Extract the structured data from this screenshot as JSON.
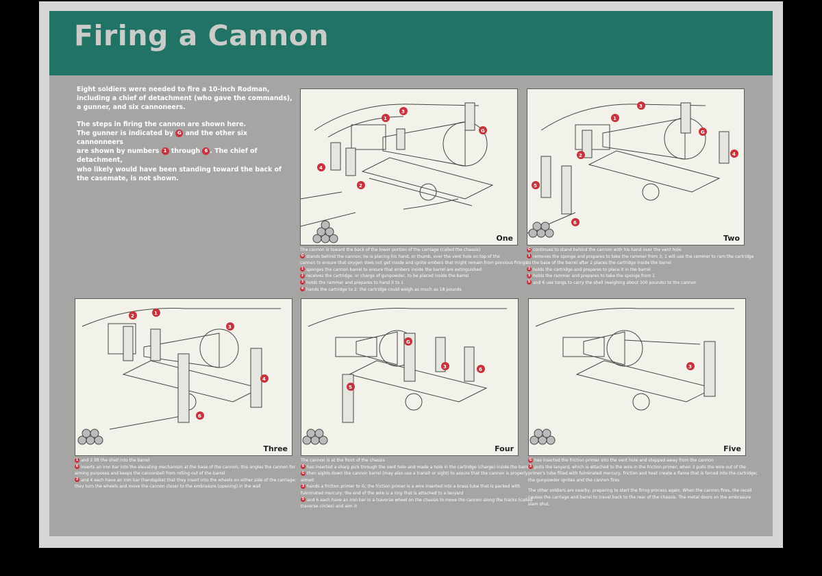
{
  "title": "Firing a Cannon",
  "intro": {
    "para1": "Eight soldiers were needed to fire a 10-inch Rodman, including a chief of detachment (who gave the commands), a gunner, and six cannoneers.",
    "line1": "The steps in firing the cannon are shown here.",
    "line2a": "The gunner is indicated by",
    "line2b": "and the other six cannonneers",
    "line3a": "are shown by numbers",
    "line3b": "through",
    "line3c": ". The chief of detachment,",
    "line4": "who likely would have been standing toward the back of",
    "line5": "the casemate, is not shown."
  },
  "icons": {
    "gunner": "G",
    "first": "1",
    "last": "6"
  },
  "panels": {
    "one": {
      "label": "One"
    },
    "two": {
      "label": "Two"
    },
    "three": {
      "label": "Three"
    },
    "four": {
      "label": "Four"
    },
    "five": {
      "label": "Five"
    }
  },
  "captions": {
    "one": [
      {
        "icon": "",
        "text": "The cannon is toward the back of the lower portion of the carriage (called the chassis)"
      },
      {
        "icon": "G",
        "text": "stands behind the cannon; he is placing his hand, or thumb, over the vent hole on top of the"
      },
      {
        "icon": "",
        "text": "cannon to ensure that oxygen does not get inside and ignite embers that might remain from previous firings"
      },
      {
        "icon": "1",
        "text": "sponges the cannon barrel to ensure that embers inside the barrel are extinguished"
      },
      {
        "icon": "2",
        "text": "receives the cartridge, or charge of gunpowder, to be placed inside the barrel"
      },
      {
        "icon": "3",
        "text": "holds the rammer and prepares to hand it to 1"
      },
      {
        "icon": "4",
        "text": "hands the cartridge to 2; the cartridge could weigh as much as 18 pounds"
      }
    ],
    "two": [
      {
        "icon": "G",
        "text": "continues to stand behind the cannon with his hand over the vent hole"
      },
      {
        "icon": "1",
        "text": "removes the sponge and prepares to take the rammer from 3; 1 will use the rammer to ram the cartridge"
      },
      {
        "icon": "",
        "text": "to the base of the barrel after 2 places the cartridge inside the barrel"
      },
      {
        "icon": "2",
        "text": "holds the cartridge and prepares to place it in the barrel"
      },
      {
        "icon": "3",
        "text": "holds the rammer and prepares to take the sponge from 1"
      },
      {
        "icon": "5",
        "text": "and 6 use tongs to carry the shell (weighing about 100 pounds) to the cannon"
      }
    ],
    "three": [
      {
        "icon": "1",
        "text": "and 2 lift the shell into the barrel"
      },
      {
        "icon": "6",
        "text": "inserts an iron bar into the elevating mechanism at the base of the cannon; this angles the cannon for"
      },
      {
        "icon": "",
        "text": "aiming purposes and keeps the cannonball from rolling out of the barrel"
      },
      {
        "icon": "3",
        "text": "and 4 each have an iron bar (handspike) that they insert into the wheels on either side of the carriage;"
      },
      {
        "icon": "",
        "text": "they turn the wheels and move the cannon closer to the embrasure (opening) in the wall"
      }
    ],
    "four": [
      {
        "icon": "",
        "text": "The cannon is at the front of the chassis"
      },
      {
        "icon": "6",
        "text": "has inserted a sharp pick through the vent hole and made a hole in the cartridge (charge) inside the barrel;"
      },
      {
        "icon": "G",
        "text": "then sights down the cannon barrel (may also use a transit or sight) to assure that the cannon is properly"
      },
      {
        "icon": "",
        "text": "aimed"
      },
      {
        "icon": "3",
        "text": "hands a friction primer to G; the friction primer is a wire inserted into a brass tube that is packed with"
      },
      {
        "icon": "",
        "text": "fulminated mercury; the end of the wire is a ring that is attached to a lanyard"
      },
      {
        "icon": "5",
        "text": "and 6 each have an iron bar in a traverse wheel on the chassis to move the cannon along the tracks (called"
      },
      {
        "icon": "",
        "text": "traverse circles) and aim it"
      }
    ],
    "five": [
      {
        "icon": "G",
        "text": "has inserted the friction primer into the vent hole and stepped away from the cannon"
      },
      {
        "icon": "3",
        "text": "pulls the lanyard, which is attached to the wire in the friction primer; when 3 pulls the wire out of the"
      },
      {
        "icon": "",
        "text": "primer's tube filled with fulminated mercury, friction and heat create a flame that is forced into the cartridge;"
      },
      {
        "icon": "",
        "text": "the gunpowder ignites and the cannon fires"
      },
      {
        "icon": "",
        "text": ""
      },
      {
        "icon": "",
        "text": "The other soldiers are nearby, preparing to start the firing process again. When the cannon fires, the recoil"
      },
      {
        "icon": "",
        "text": "causes the carriage and barrel to travel back to the rear of the chassis. The metal doors on the embrasure"
      },
      {
        "icon": "",
        "text": "slam shut."
      }
    ]
  },
  "colors": {
    "header": "#217465",
    "board": "#a6a5a3",
    "panel": "#f2f2ea",
    "marker": "#c8323c"
  }
}
